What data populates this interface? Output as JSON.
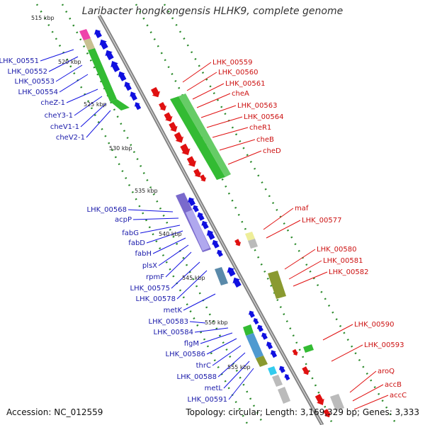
{
  "title": "Laribacter hongkongensis HLHK9, complete genome",
  "accession_label": "Accession: NC_012559",
  "topology_label": "Topology: circular; Length: 3,169,329 bp; Genes: 3,333",
  "colors": {
    "backbone": "#808080",
    "minus_strand": "#1010e0",
    "plus_strand": "#e01010",
    "minus_label": "#1a1aaa",
    "plus_label": "#cc1111",
    "tick_dots": "#2a8a2a",
    "cog_green": "#33bb33",
    "cog_purple": "#7a6acc",
    "cog_olive": "#8a9a30",
    "cog_pink": "#ee44aa",
    "cog_tan": "#c8c090",
    "cog_cyan": "#33ccee",
    "cog_grey": "#bbbbbb",
    "cog_yellow": "#eeee99",
    "cog_steel": "#5a8aaa"
  },
  "scale_labels": [
    "515 kbp",
    "520 kbp",
    "525 kbp",
    "530 kbp",
    "535 kbp",
    "540 kbp",
    "545 kbp",
    "550 kbp",
    "555 kbp"
  ],
  "minus_strand_genes": [
    "LHK_00551",
    "LHK_00552",
    "LHK_00553",
    "LHK_00554",
    "cheZ-1",
    "cheY3-1",
    "cheV1-1",
    "cheV2-1",
    "LHK_00568",
    "acpP",
    "fabG",
    "fabD",
    "fabH",
    "plsX",
    "rpmF",
    "LHK_00575",
    "LHK_00578",
    "metK",
    "LHK_00583",
    "LHK_00584",
    "flgM",
    "LHK_00586",
    "thrC",
    "LHK_00588",
    "metL",
    "LHK_00591"
  ],
  "plus_strand_genes": [
    "LHK_00559",
    "LHK_00560",
    "LHK_00561",
    "cheA",
    "LHK_00563",
    "LHK_00564",
    "cheR1",
    "cheB",
    "cheD",
    "maf",
    "LHK_00577",
    "LHK_00580",
    "LHK_00581",
    "LHK_00582",
    "LHK_00590",
    "LHK_00593",
    "aroQ",
    "accB",
    "accC"
  ]
}
